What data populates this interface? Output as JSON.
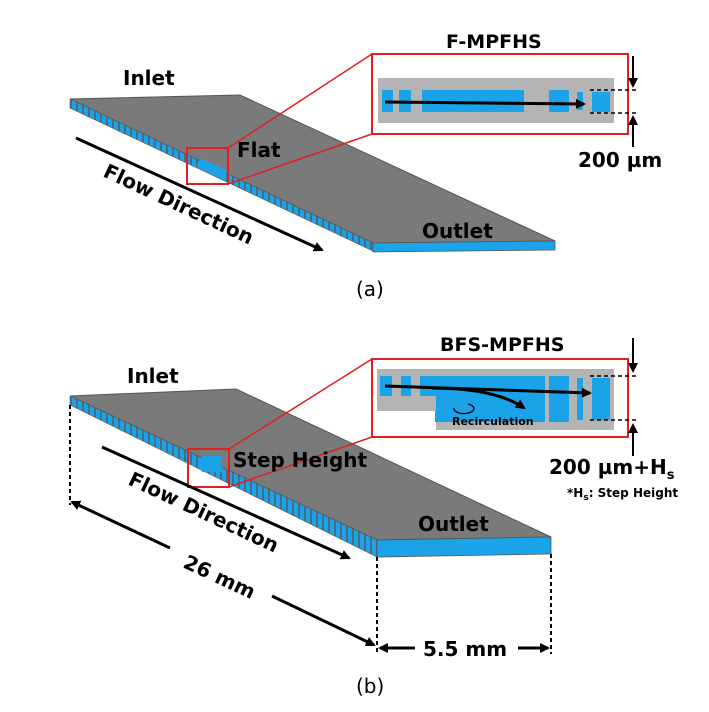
{
  "panel_a": {
    "inlet": "Inlet",
    "flat": "Flat",
    "flow_direction": "Flow Direction",
    "outlet": "Outlet",
    "inset_title": "F-MPFHS",
    "dimension": "200 µm",
    "caption": "(a)"
  },
  "panel_b": {
    "inlet": "Inlet",
    "step_height": "Step Height",
    "flow_direction": "Flow Direction",
    "outlet": "Outlet",
    "inset_title": "BFS-MPFHS",
    "recirculation": "Recirculation",
    "dimension_main": "200 µm+H",
    "dimension_sub": "s",
    "footnote_prefix": "*H",
    "footnote_sub": "s",
    "footnote_suffix": ": Step Height",
    "length": "26 mm",
    "width": "5.5 mm",
    "caption": "(b)"
  },
  "colors": {
    "plate_top": "#7a7a7a",
    "channel": "#1aa3e8",
    "inset_frame": "#e02020",
    "inset_fill": "#b4b4b4"
  }
}
